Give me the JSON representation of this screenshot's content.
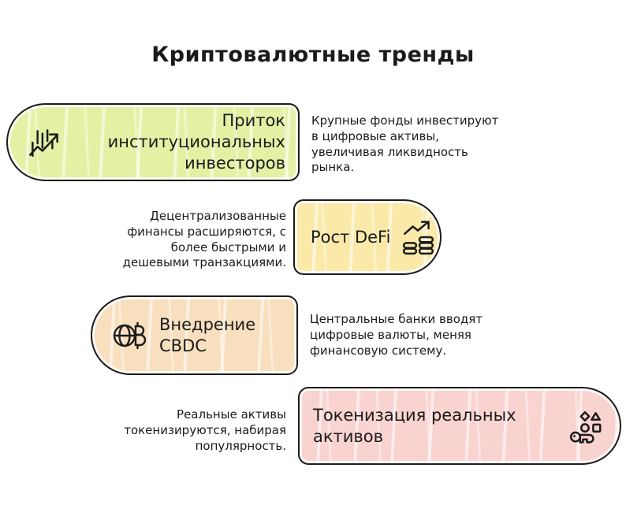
{
  "page": {
    "title": "Криптовалютные тренды",
    "background": "#ffffff",
    "ink": "#1c1c1c"
  },
  "trends": [
    {
      "id": "institutional-investors",
      "title": "Приток институциональных\nинвесторов",
      "description": "Крупные фонды инвестируют\nв цифровые активы,\nувеличивая ликвидность\nрынка.",
      "icon": "candlestick-chart-icon",
      "fill": "#e3f1a4",
      "pill_side": "left",
      "description_side": "right"
    },
    {
      "id": "defi-growth",
      "title": "Рост DeFi",
      "description": "Децентрализованные\nфинансы расширяются, с\nболее быстрыми и\nдешевыми транзакциями.",
      "icon": "coins-growth-icon",
      "fill": "#fbe9a9",
      "pill_side": "right",
      "description_side": "left"
    },
    {
      "id": "cbdc-adoption",
      "title": "Внедрение CBDC",
      "description": "Центральные банки вводят\nцифровые валюты, меняя\nфинансовую систему.",
      "icon": "globe-currency-icon",
      "fill": "#f8dfbe",
      "pill_side": "left",
      "description_side": "right"
    },
    {
      "id": "rwa-tokenization",
      "title": "Токенизация реальных активов",
      "description": "Реальные активы\nтокенизируются, набирая\nпопулярность.",
      "icon": "key-tokens-icon",
      "fill": "#f9d3d0",
      "pill_side": "right",
      "description_side": "left"
    }
  ]
}
